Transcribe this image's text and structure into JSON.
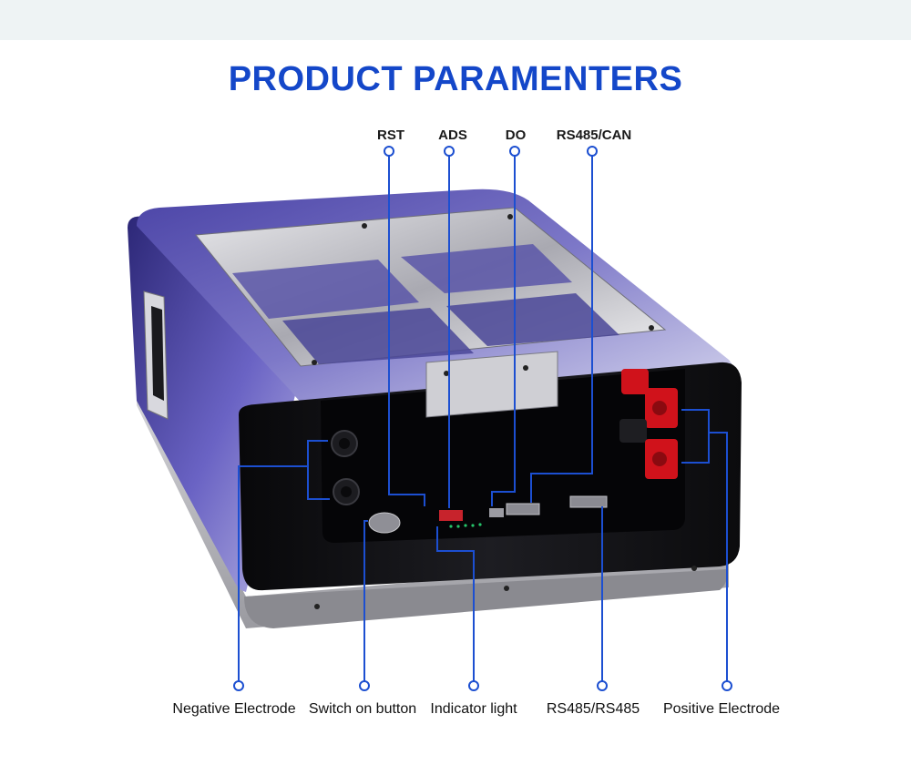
{
  "header": {
    "title": "PRODUCT PARAMENTERS"
  },
  "colors": {
    "title": "#1447c9",
    "callout_line": "#1c4fd1",
    "casing_dark": "#0e0e10",
    "casing_purple": "#5c54b8",
    "terminal_red": "#d0121b"
  },
  "top_labels": {
    "rst": "RST",
    "ads": "ADS",
    "do": "DO",
    "rs485_can": "RS485/CAN"
  },
  "bottom_labels": {
    "negative_electrode": "Negative Electrode",
    "switch_on_button": "Switch on button",
    "indicator_light": "Indicator light",
    "rs485_rs485": "RS485/RS485",
    "positive_electrode": "Positive Electrode"
  }
}
